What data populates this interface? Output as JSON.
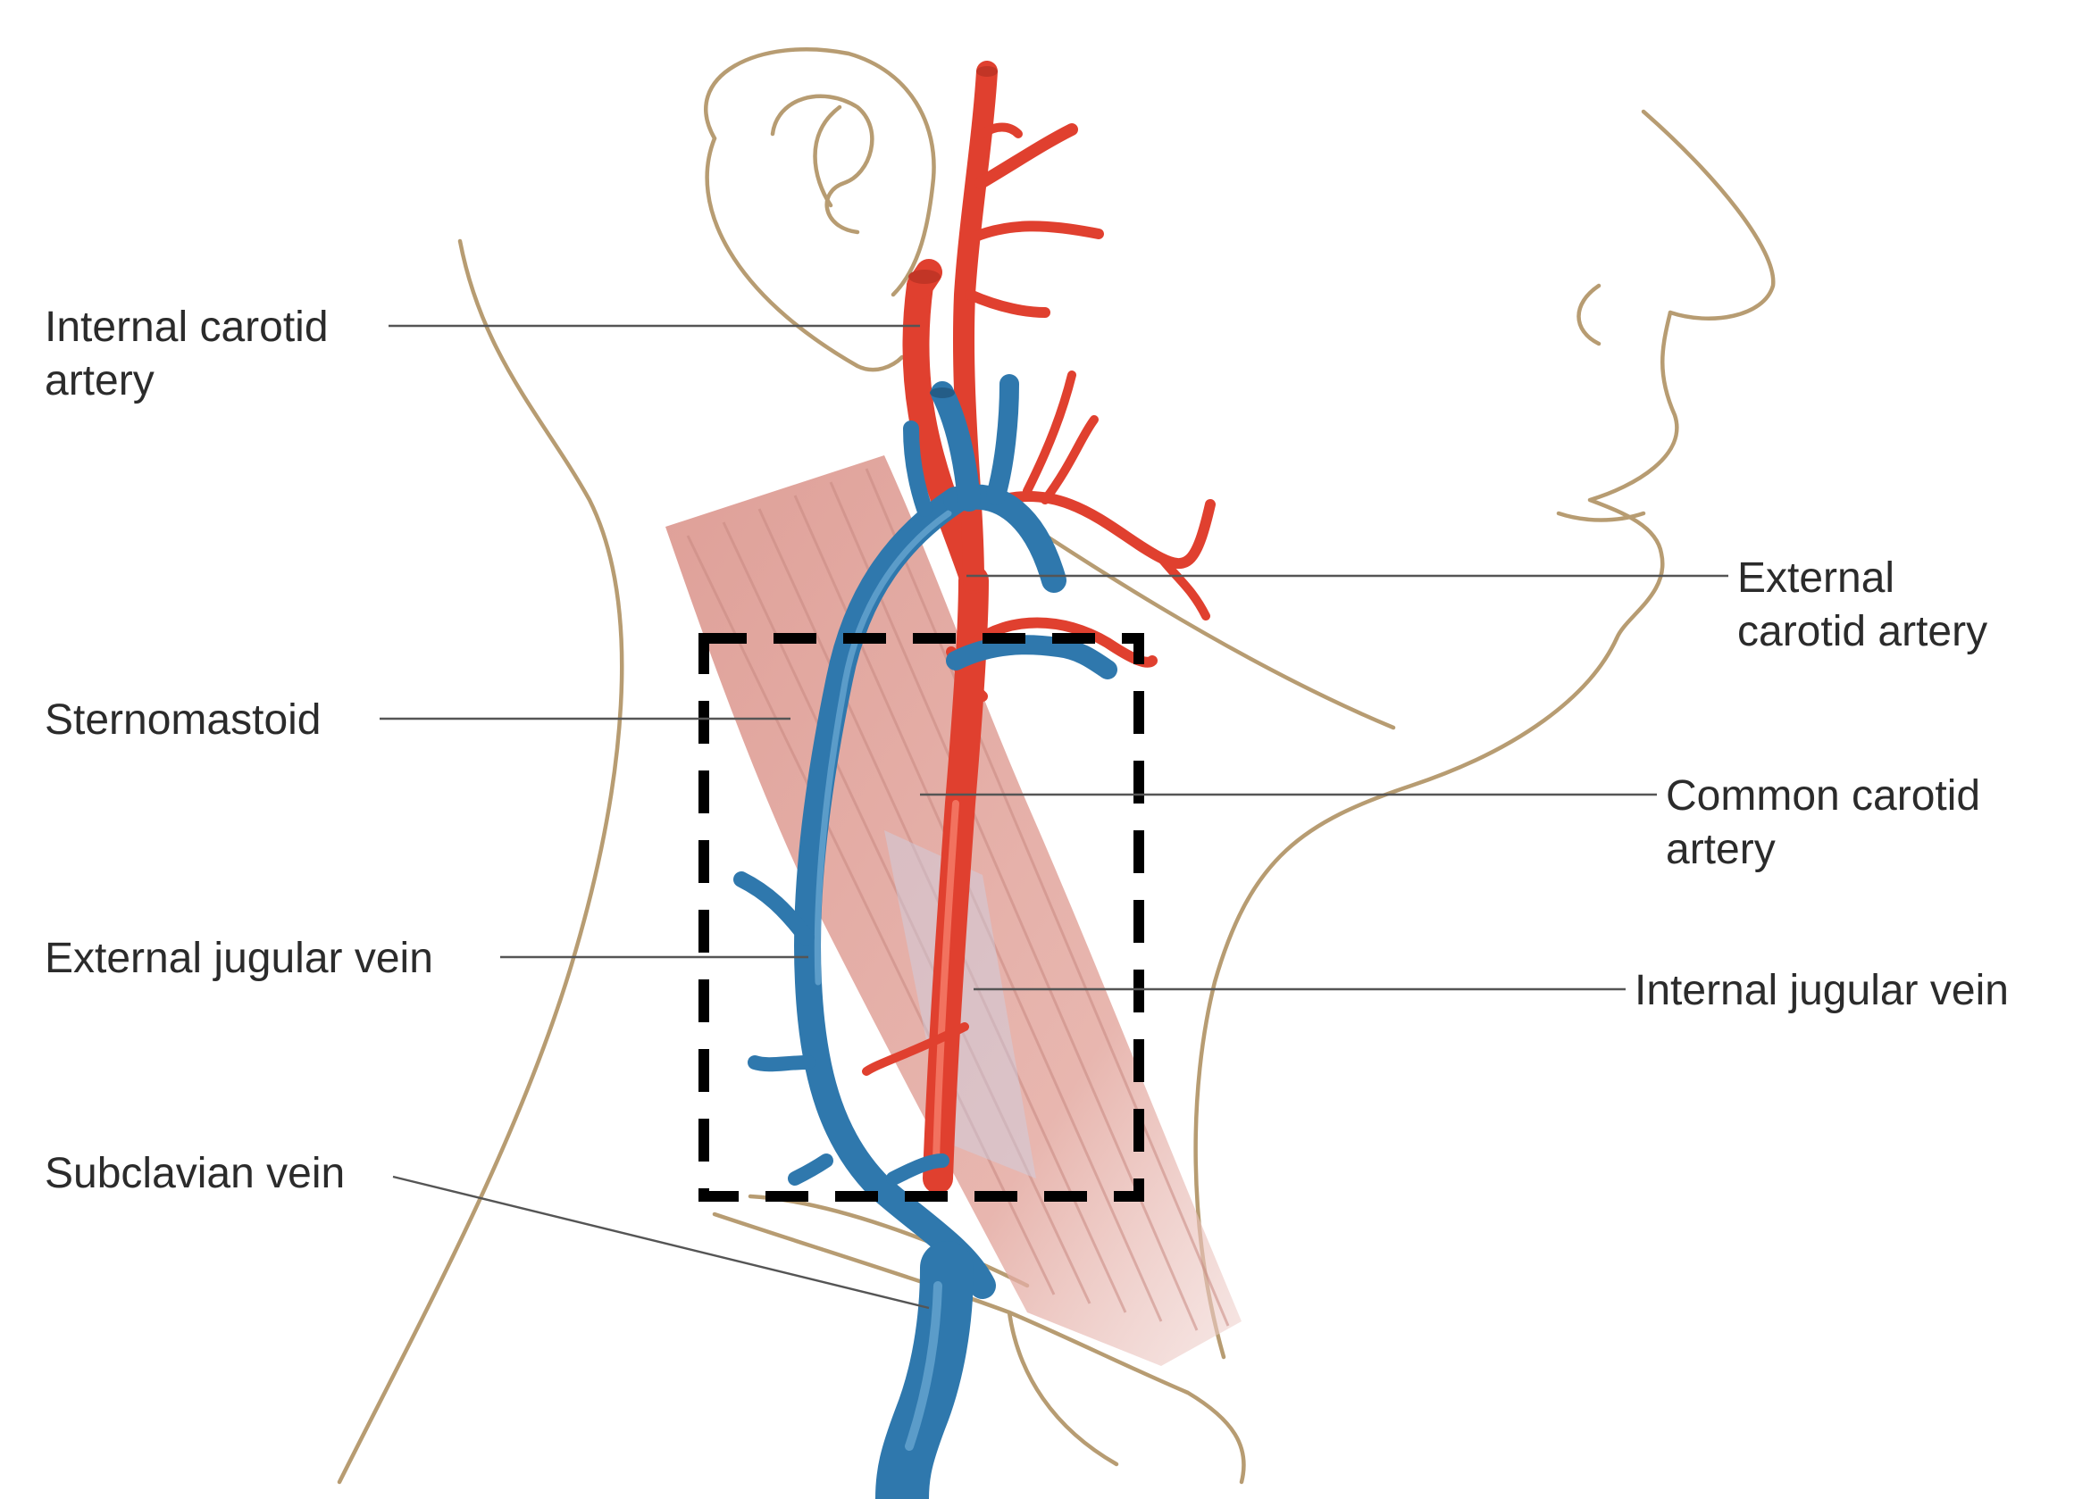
{
  "labels": {
    "internal_carotid": [
      "Internal carotid",
      "artery"
    ],
    "external_carotid": [
      "External",
      "carotid artery"
    ],
    "sternomastoid": [
      "Sternomastoid"
    ],
    "common_carotid": [
      "Common carotid",
      "artery"
    ],
    "external_jugular": [
      "External jugular vein"
    ],
    "internal_jugular": [
      "Internal jugular vein"
    ],
    "subclavian": [
      "Subclavian vein"
    ]
  },
  "colors": {
    "artery": "#e0402f",
    "vein": "#2f78ad",
    "muscle": "#d9988e",
    "outline": "#b79c72",
    "region_box": "#000000"
  }
}
